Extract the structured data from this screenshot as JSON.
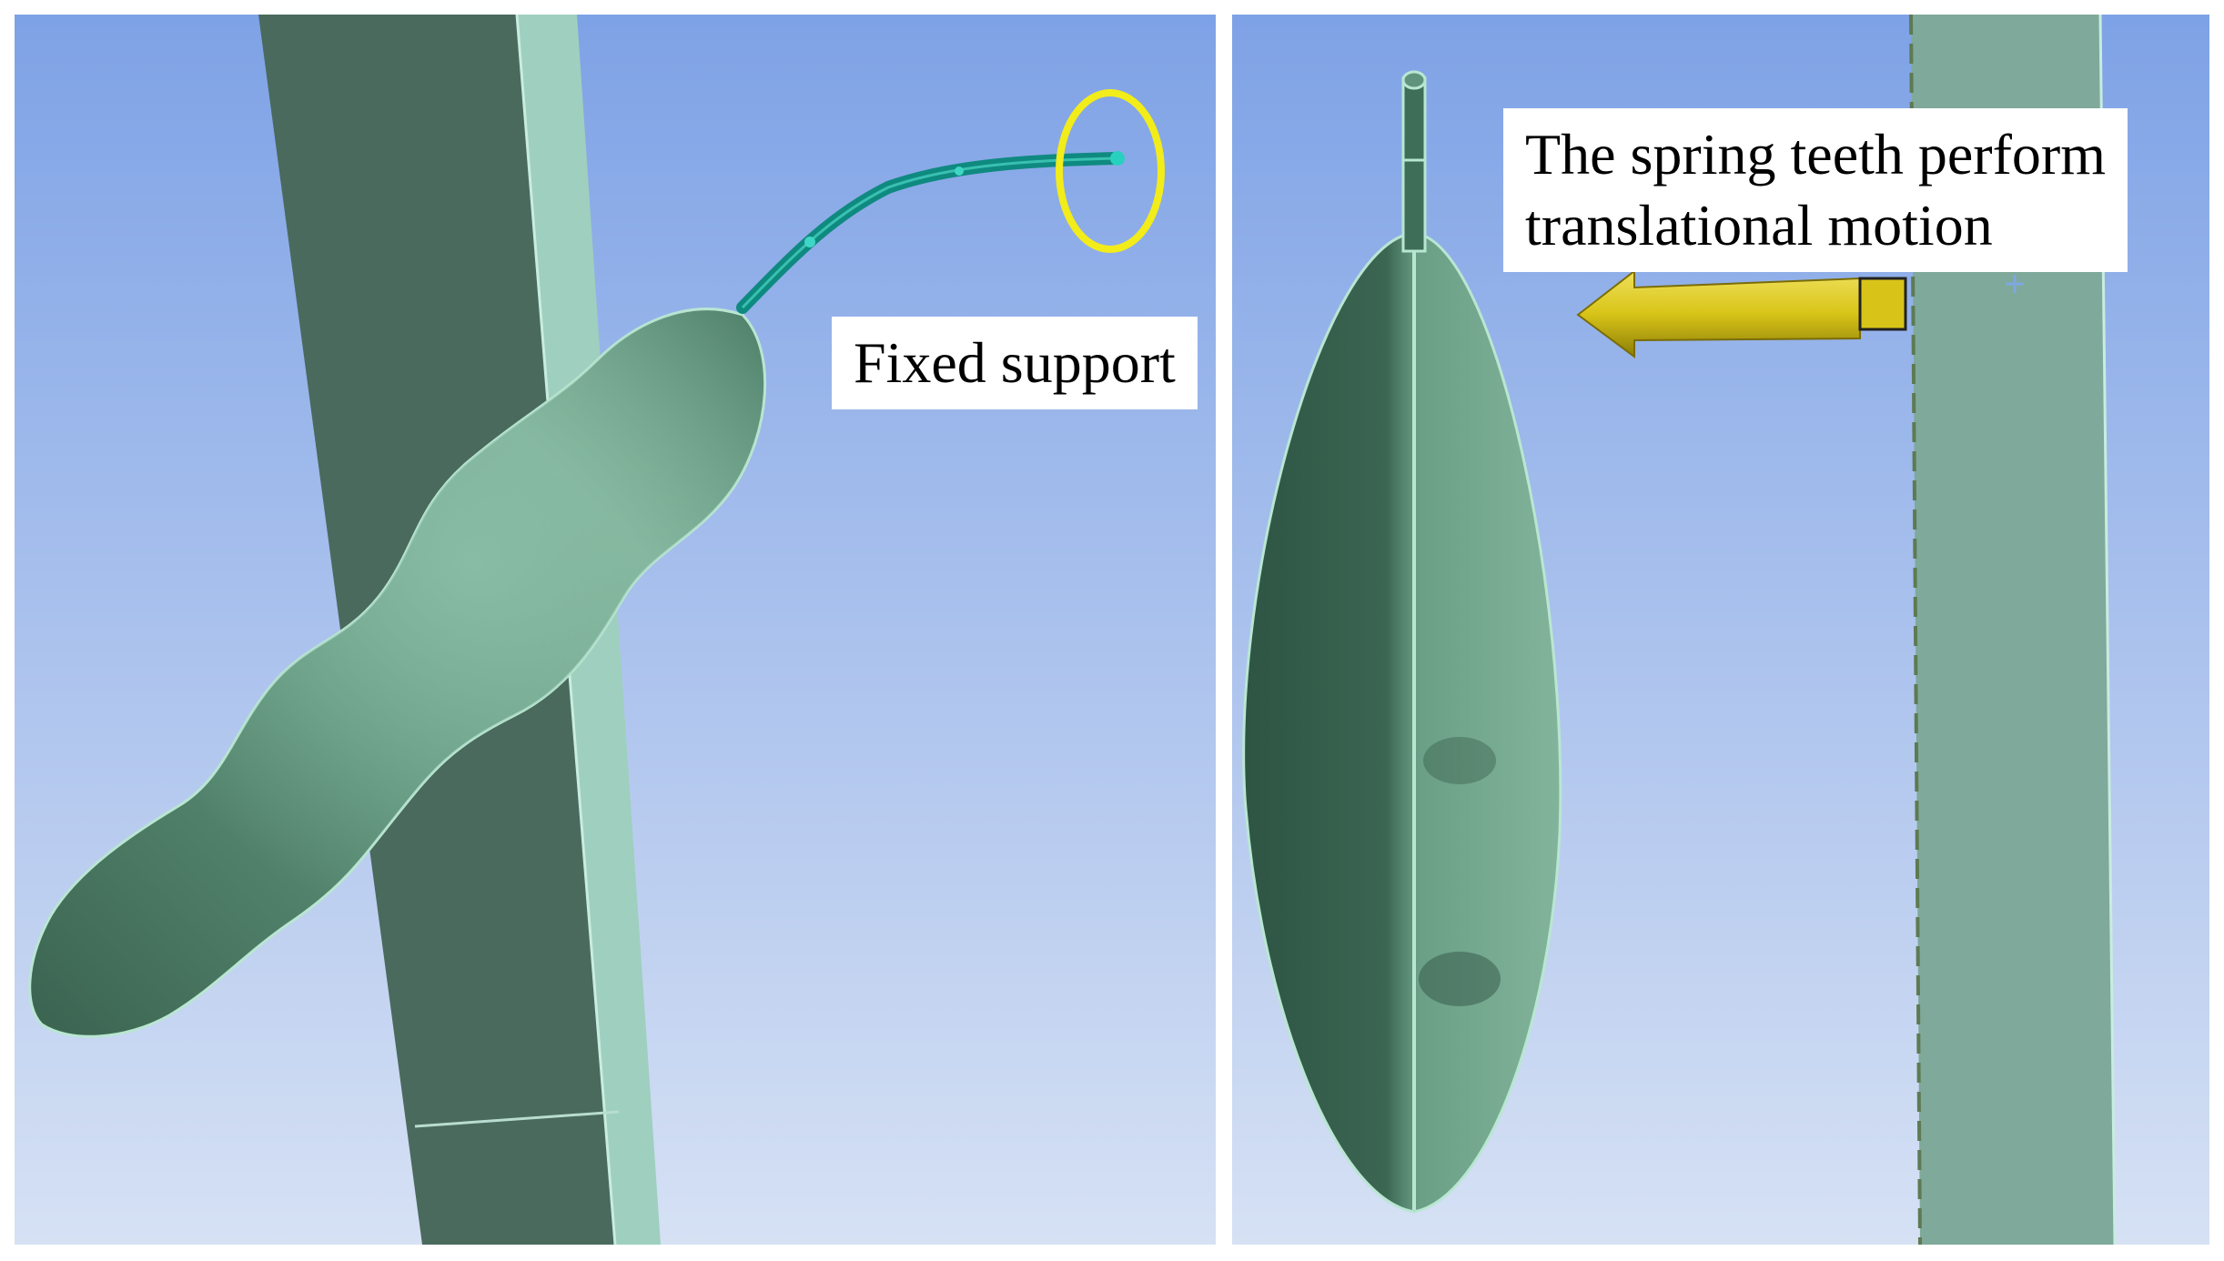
{
  "panels": {
    "left": {
      "label": "Fixed support"
    },
    "right": {
      "label_line1": "The spring teeth perform",
      "label_line2": "translational motion"
    }
  },
  "colors": {
    "background_top": "#7ea2e6",
    "background_bottom": "#d6e1f4",
    "body_dark": "#3f6e58",
    "body_light": "#7fb099",
    "frame_dark": "#4a6a5e",
    "frame_light": "#9fcfbf",
    "highlight_ellipse": "#f2ec1a",
    "arrow": "#d8c418",
    "wire": "#0f8a80"
  },
  "icons": [
    "fixed-support-marker-icon",
    "translation-arrow-icon"
  ]
}
